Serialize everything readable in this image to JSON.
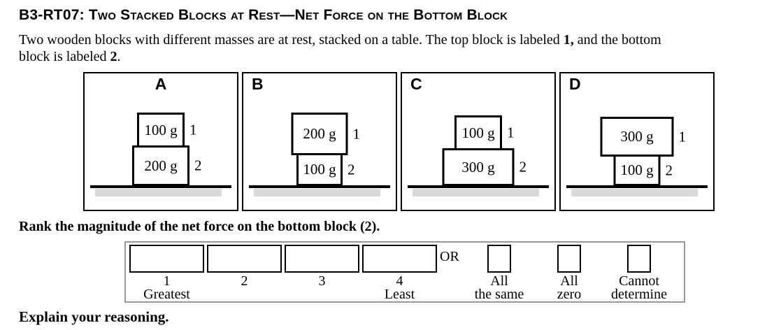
{
  "header": {
    "code": "B3-RT07:",
    "title": "Two Stacked Blocks at Rest—Net Force on the Bottom Block"
  },
  "intro": {
    "part1": "Two wooden blocks with different masses are at rest, stacked on a table. The top block is labeled ",
    "bold1": "1,",
    "part2": " and the bottom",
    "part3": "block is labeled ",
    "bold2": "2",
    "part4": "."
  },
  "figure": {
    "panels": [
      {
        "letter": "A",
        "letter_align": "center",
        "top_block": {
          "mass": "100 g",
          "label": "1",
          "w": 68,
          "h": 50
        },
        "bottom_block": {
          "mass": "200 g",
          "label": "2",
          "w": 82,
          "h": 58
        }
      },
      {
        "letter": "B",
        "letter_align": "left",
        "top_block": {
          "mass": "200 g",
          "label": "1",
          "w": 81,
          "h": 61
        },
        "bottom_block": {
          "mass": "100 g",
          "label": "2",
          "w": 66,
          "h": 47
        }
      },
      {
        "letter": "C",
        "letter_align": "left",
        "top_block": {
          "mass": "100 g",
          "label": "1",
          "w": 68,
          "h": 50
        },
        "bottom_block": {
          "mass": "300 g",
          "label": "2",
          "w": 103,
          "h": 54
        }
      },
      {
        "letter": "D",
        "letter_align": "left",
        "top_block": {
          "mass": "300 g",
          "label": "1",
          "w": 105,
          "h": 57
        },
        "bottom_block": {
          "mass": "100 g",
          "label": "2",
          "w": 67,
          "h": 45
        }
      }
    ]
  },
  "ranking": {
    "prompt": "Rank the magnitude of the net force on the bottom block (2).",
    "or_label": "OR",
    "slots": [
      {
        "number": "1",
        "sublabel": "Greatest"
      },
      {
        "number": "2",
        "sublabel": ""
      },
      {
        "number": "3",
        "sublabel": ""
      },
      {
        "number": "4",
        "sublabel": "Least"
      }
    ],
    "alternatives": [
      {
        "line1": "All",
        "line2": "the same"
      },
      {
        "line1": "All",
        "line2": "zero"
      },
      {
        "line1": "Cannot",
        "line2": "determine"
      }
    ]
  },
  "explain": {
    "prompt": "Explain your reasoning."
  },
  "colors": {
    "ink": "#000000",
    "table_shadow": "#d9d9d9",
    "rank_container_border": "#999999"
  }
}
